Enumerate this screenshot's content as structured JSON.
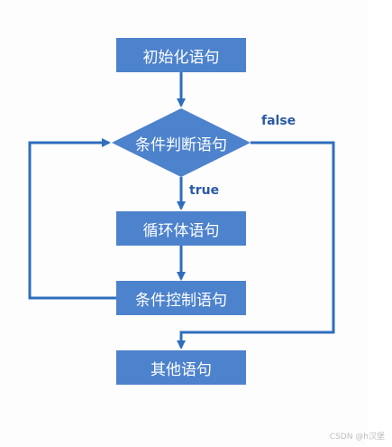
{
  "diagram": {
    "nodes": {
      "init": "初始化语句",
      "condition": "条件判断语句",
      "body": "循环体语句",
      "control": "条件控制语句",
      "other": "其他语句"
    },
    "edges": {
      "false_label": "false",
      "true_label": "true"
    }
  },
  "watermark": "CSDN @h汉堡",
  "colors": {
    "shape": "#4d82cc",
    "line": "#2f6ebd",
    "label": "#2a5aa6"
  }
}
